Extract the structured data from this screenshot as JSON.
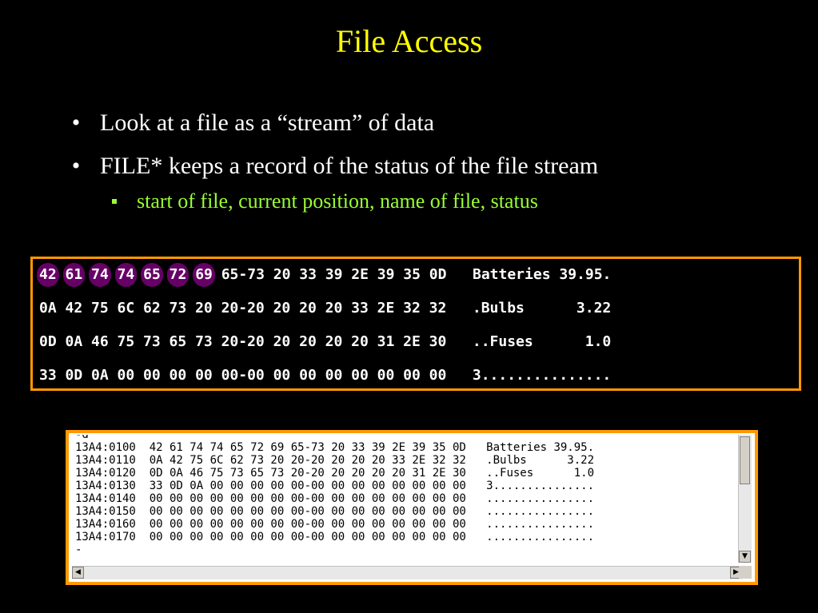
{
  "title": "File Access",
  "bullets": [
    {
      "bullet": "•",
      "text": "Look at a file as a “stream” of data"
    },
    {
      "bullet": "•",
      "text": "FILE* keeps a record of the status of the file stream"
    }
  ],
  "sub_bullet": "start of file, current position, name of file, status",
  "hex_highlight": [
    "42",
    "61",
    "74",
    "74",
    "65",
    "72",
    "69"
  ],
  "hex_rows": [
    {
      "hex": "65-73 20 33 39 2E 39 35 0D",
      "ascii": "Batteries 39.95."
    },
    {
      "hex": "0A 42 75 6C 62 73 20 20-20 20 20 20 33 2E 32 32",
      "ascii": ".Bulbs      3.22"
    },
    {
      "hex": "0D 0A 46 75 73 65 73 20-20 20 20 20 20 31 2E 30",
      "ascii": "..Fuses      1.0"
    },
    {
      "hex": "33 0D 0A 00 00 00 00 00-00 00 00 00 00 00 00 00",
      "ascii": "3..............."
    }
  ],
  "window": {
    "top_fragment": "-d",
    "dump_lines": [
      "13A4:0100  42 61 74 74 65 72 69 65-73 20 33 39 2E 39 35 0D   Batteries 39.95.",
      "13A4:0110  0A 42 75 6C 62 73 20 20-20 20 20 20 33 2E 32 32   .Bulbs      3.22",
      "13A4:0120  0D 0A 46 75 73 65 73 20-20 20 20 20 20 31 2E 30   ..Fuses      1.0",
      "13A4:0130  33 0D 0A 00 00 00 00 00-00 00 00 00 00 00 00 00   3...............",
      "13A4:0140  00 00 00 00 00 00 00 00-00 00 00 00 00 00 00 00   ................",
      "13A4:0150  00 00 00 00 00 00 00 00-00 00 00 00 00 00 00 00   ................",
      "13A4:0160  00 00 00 00 00 00 00 00-00 00 00 00 00 00 00 00   ................",
      "13A4:0170  00 00 00 00 00 00 00 00-00 00 00 00 00 00 00 00   ................"
    ],
    "prompt": "-"
  },
  "colors": {
    "background": "#000000",
    "title": "#ffff00",
    "sub_bullet": "#99ff33",
    "frame": "#ff9900",
    "highlight": "#660066"
  },
  "icons": {
    "scroll_up": "▲",
    "scroll_down": "▼",
    "scroll_left": "◀",
    "scroll_right": "▶"
  }
}
